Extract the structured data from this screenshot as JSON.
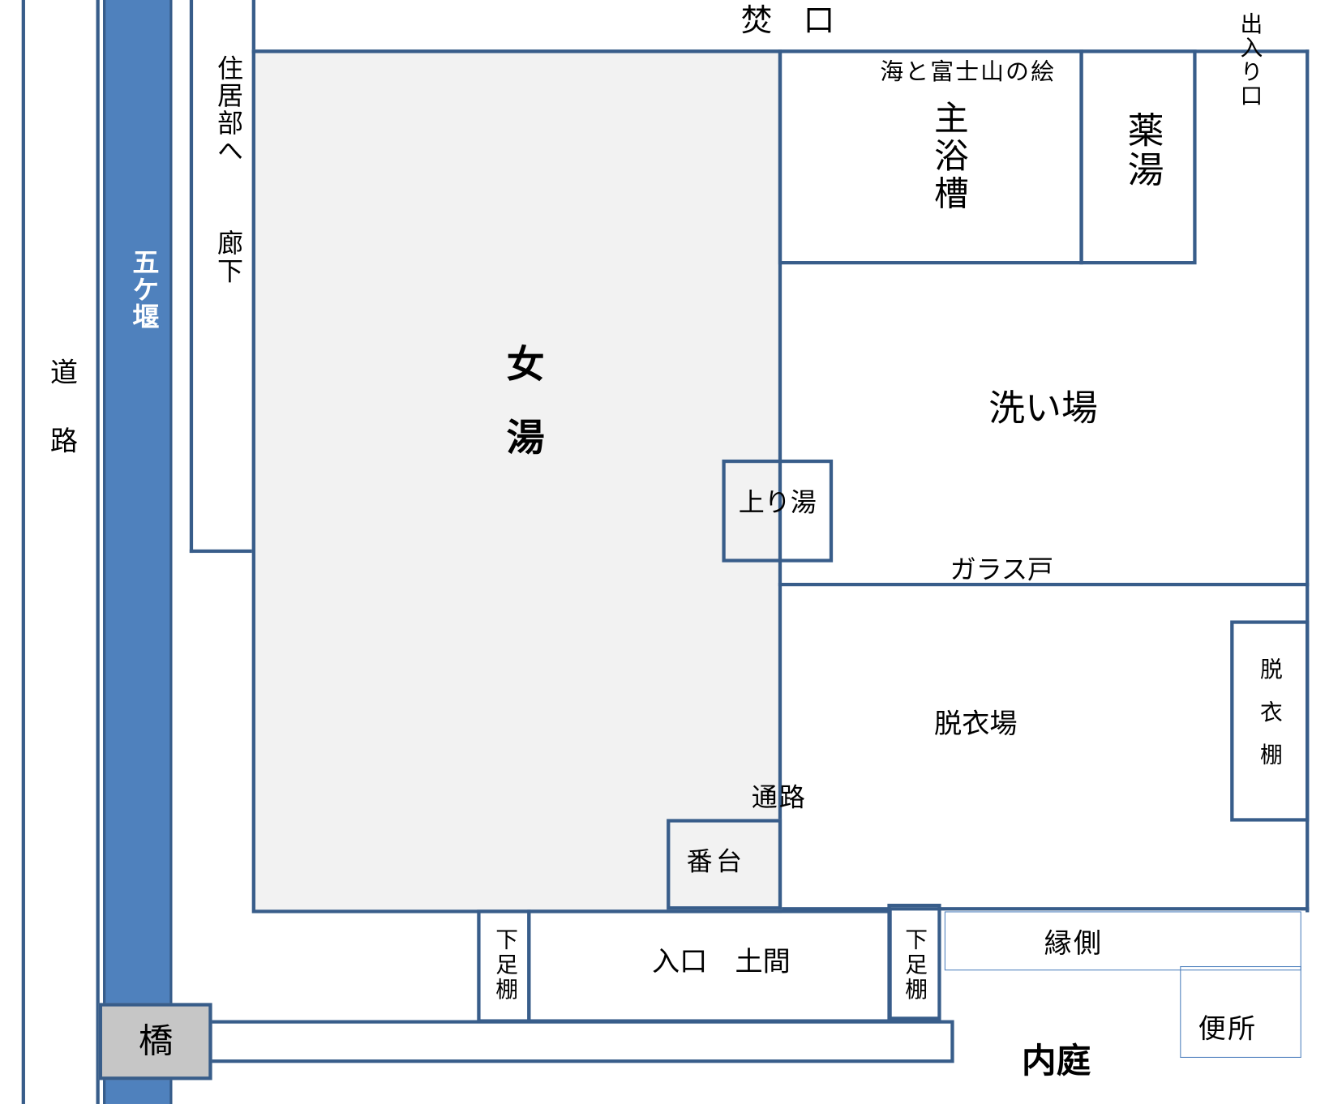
{
  "colors": {
    "line": "#385d8a",
    "canal": "#4f81bd",
    "canal_text": "#ffffff",
    "room_fill": "#f2f2f2",
    "bridge_fill": "#c6c6c6",
    "thin_line": "#4f81bd",
    "text": "#000000"
  },
  "top": {
    "stoke_hole": "焚　口",
    "side_entrance": "出入り口"
  },
  "west": {
    "road": "道路",
    "canal": "五ケ堰",
    "corridor_to": "住居部へ",
    "corridor": "廊下",
    "bridge": "橋"
  },
  "womens_bath": {
    "label": "女湯",
    "rinse_water": "上り湯",
    "passage": "通路",
    "attendant_platform": "番台"
  },
  "bathing_area": {
    "mural": "海と富士山の絵",
    "main_tub": "主浴槽",
    "medicinal_bath": "薬湯",
    "washing_area": "洗い場",
    "glass_door": "ガラス戸"
  },
  "changing_area": {
    "label": "脱衣場",
    "clothes_shelf": "脱衣棚"
  },
  "entrance": {
    "label": "入口　土間",
    "shoe_shelf_left": "下足棚",
    "shoe_shelf_right": "下足棚"
  },
  "outside": {
    "veranda": "縁側",
    "toilet": "便所",
    "inner_garden": "内庭"
  }
}
